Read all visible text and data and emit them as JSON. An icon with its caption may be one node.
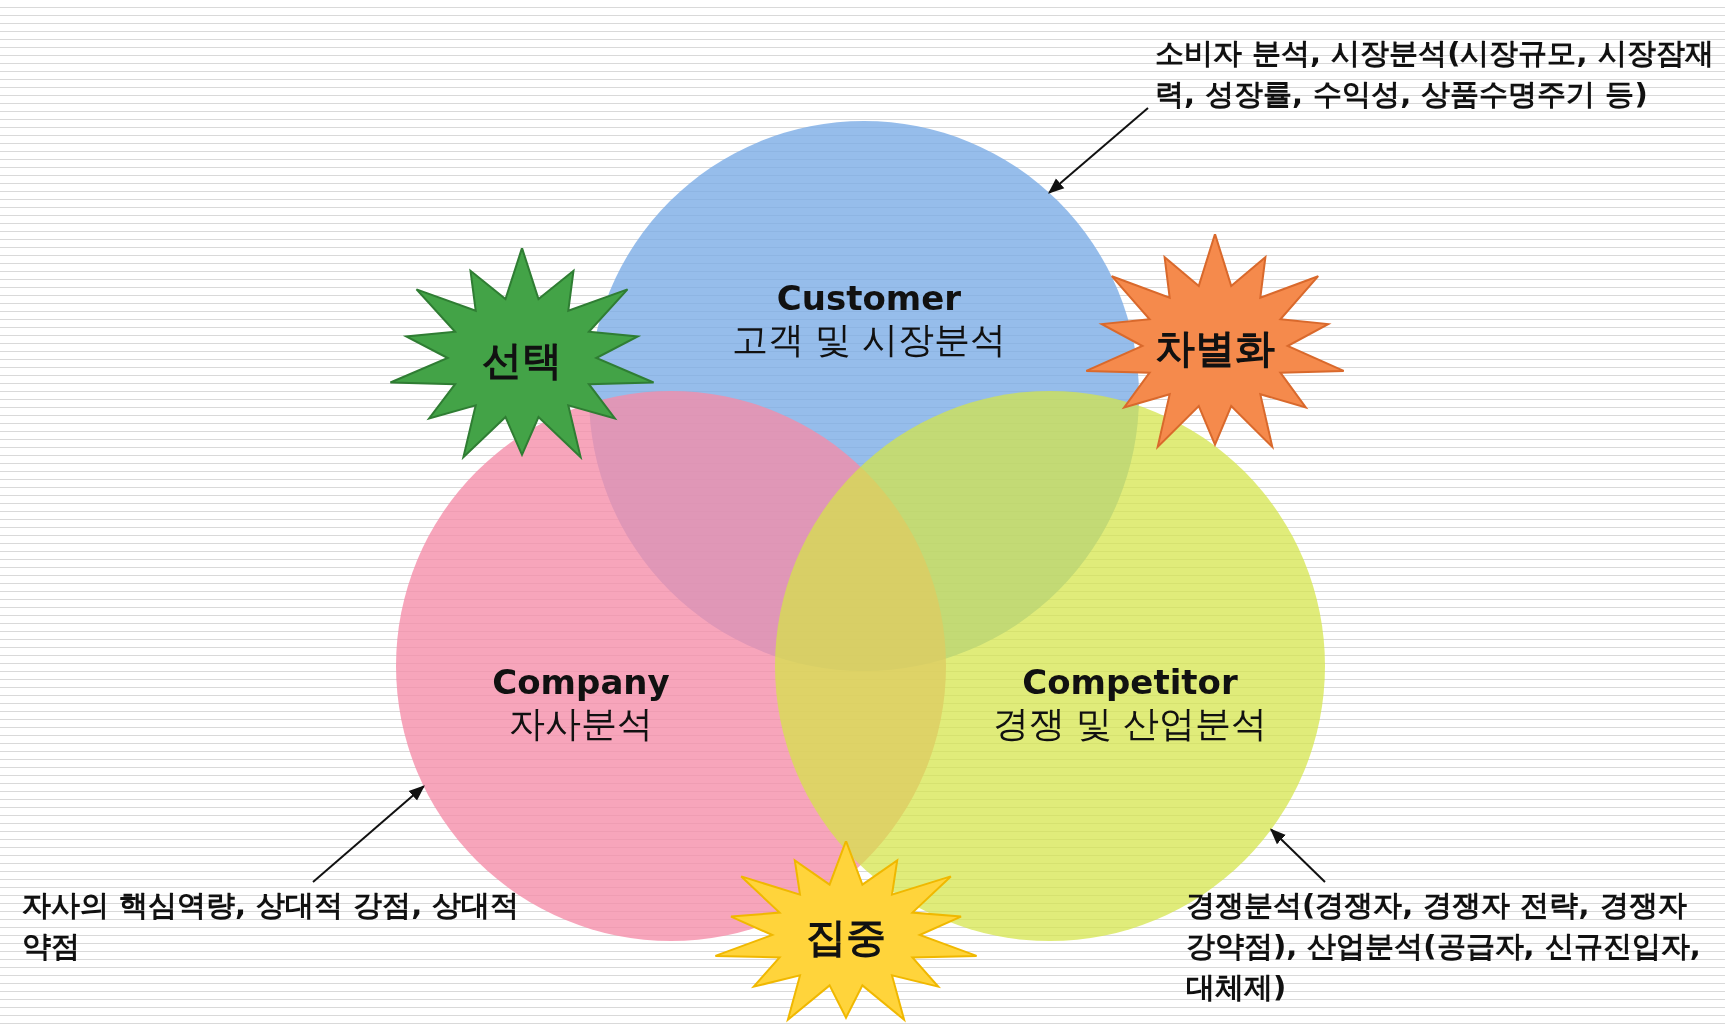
{
  "diagram": {
    "nodes": [
      {
        "text": [
          "Customer",
          "고객 및 시장분석"
        ]
      },
      {
        "text": [
          "Company",
          "자사분석"
        ]
      },
      {
        "text": [
          "Competitor",
          "경쟁 및 산업분석"
        ]
      },
      {
        "text": [
          "선택"
        ]
      },
      {
        "text": [
          "차별화"
        ]
      },
      {
        "text": [
          "집중"
        ]
      },
      {
        "text": [
          "소비자 분석, 시장분석(시장규모, 시장잠재력, 성장률, 수익성, 상품수명주기 등)"
        ]
      },
      {
        "text": [
          "자사의 핵심역량, 상대적 강점, 상대적 약점"
        ]
      },
      {
        "text": [
          "경쟁분석(경쟁자, 경쟁자 전략, 경쟁자 강약점), 산업분석(공급자, 신규진입자, 대체제)"
        ]
      }
    ],
    "edges": [
      {
        "from": 6,
        "to": 0,
        "arrow": "to"
      },
      {
        "from": 7,
        "to": 1,
        "arrow": "to"
      },
      {
        "from": 8,
        "to": 2,
        "arrow": "to"
      }
    ]
  }
}
